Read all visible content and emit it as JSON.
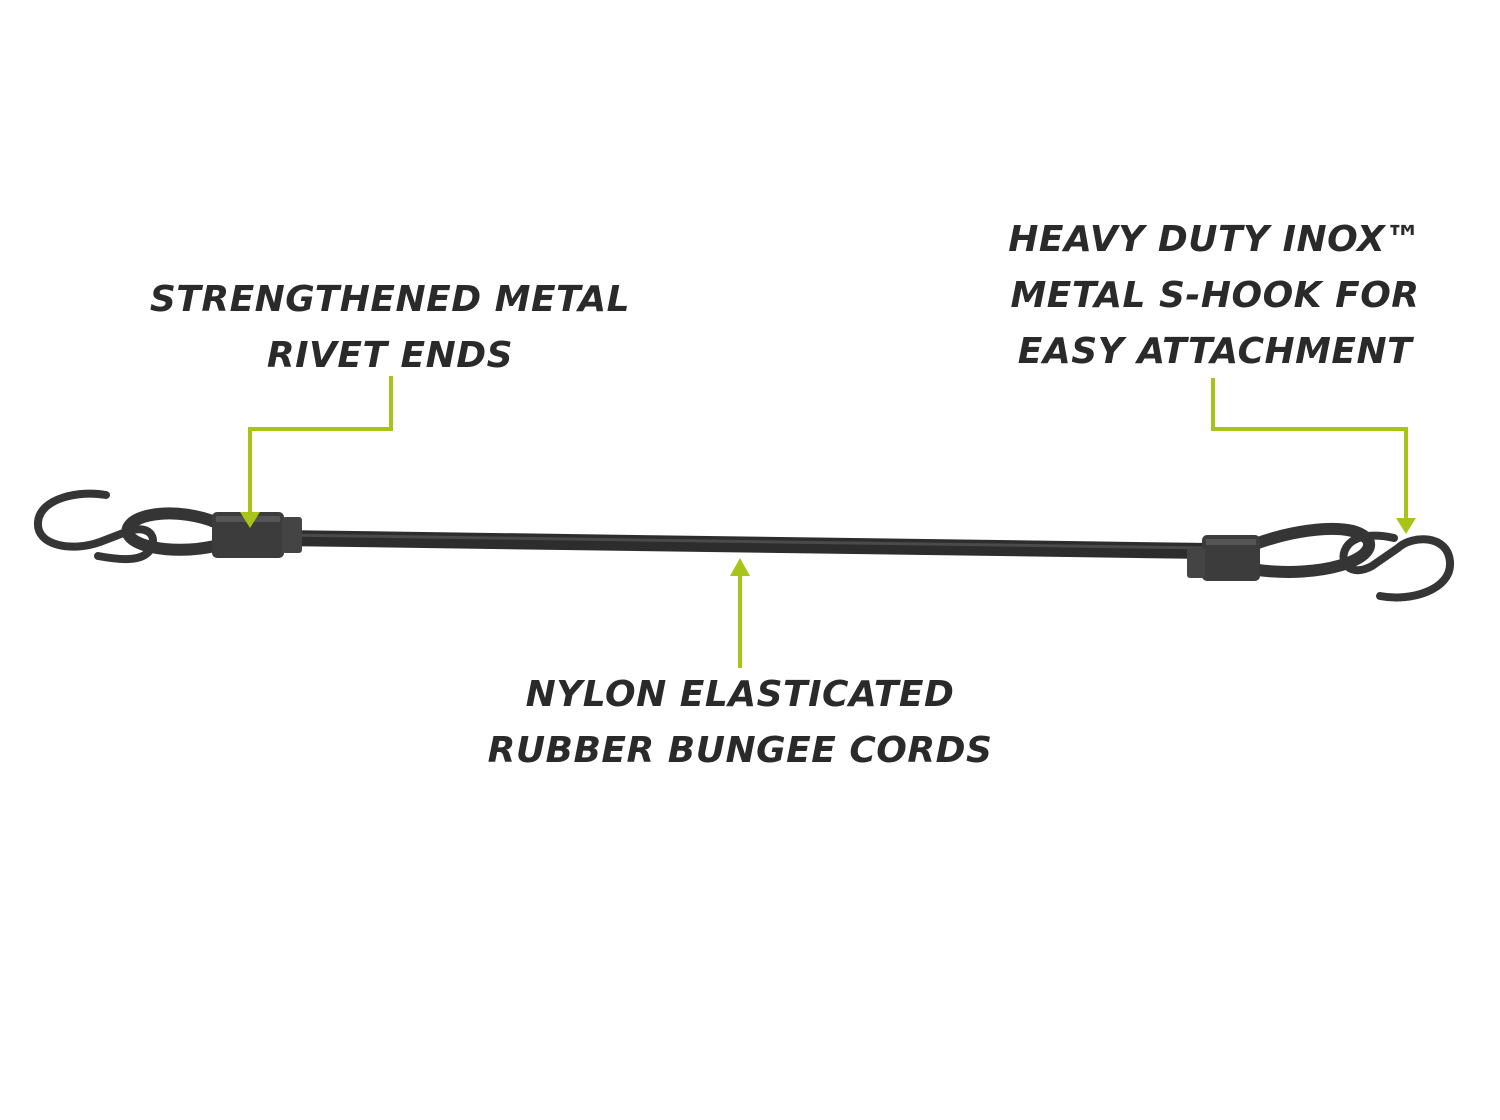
{
  "colors": {
    "background": "#ffffff",
    "text": "#2a2a2a",
    "accent": "#a8c418",
    "product": "#3a3a3a"
  },
  "icons": {
    "left_hook": "s-hook-icon",
    "right_hook": "s-hook-icon",
    "left_rivet": "metal-rivet-icon",
    "right_rivet": "metal-rivet-icon",
    "cord": "bungee-cord-icon"
  },
  "callouts": {
    "rivet": {
      "line1": "STRENGTHENED METAL",
      "line2": "RIVET ENDS"
    },
    "hook": {
      "line1": "HEAVY DUTY INOX™",
      "line2": "METAL S-HOOK FOR",
      "line3": "EASY ATTACHMENT"
    },
    "cord": {
      "line1": "NYLON ELASTICATED",
      "line2": "RUBBER BUNGEE CORDS"
    }
  }
}
